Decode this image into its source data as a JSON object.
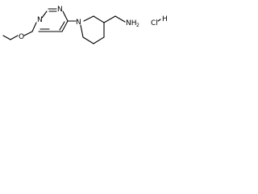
{
  "molecule": {
    "atoms": {
      "pyrimidine_n_top": "N",
      "pyrimidine_n_left": "N",
      "ether_o": "O",
      "piperidine_n": "N",
      "amine_nh": "NH",
      "amine_h_subscript": "2",
      "salt_cl": "Cl",
      "salt_h": "H"
    },
    "colors": {
      "bond": "#000000",
      "text": "#000000",
      "background": "#ffffff"
    }
  }
}
